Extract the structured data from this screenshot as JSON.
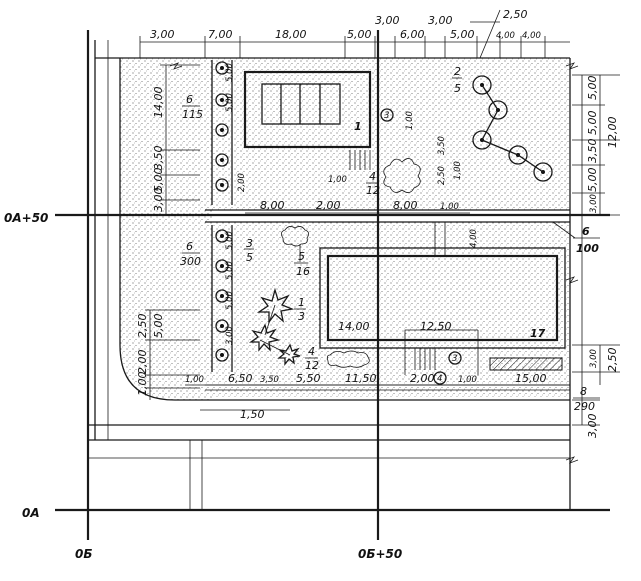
{
  "drawing": {
    "axes": {
      "row_0a50": "0А+50",
      "row_0a": "0А",
      "col_0b": "0Б",
      "col_0b50": "0Б+50"
    },
    "top_dims": [
      "3,00",
      "7,00",
      "18,00",
      "5,00",
      "3,00",
      "6,00",
      "3,00",
      "5,00",
      "2,50",
      "4,00",
      "4,00"
    ],
    "top_small": {
      "d1": "3,00",
      "d2": "2,00"
    },
    "right_dims": [
      "5,00",
      "5,00",
      "12,00",
      "3,50",
      "5,00",
      "3,00",
      "3,00",
      "2,50",
      "3,00"
    ],
    "left_dims": [
      "14,00",
      "3,50",
      "5,00",
      "3,00",
      "2,50",
      "5,00",
      "2,00",
      "1,00"
    ],
    "markers": {
      "m1": {
        "num": "6",
        "den": "115"
      },
      "m2": {
        "num": "6",
        "den": "300"
      },
      "m3": {
        "num": "3",
        "den": "5"
      },
      "m4": {
        "num": "5",
        "den": "16"
      },
      "m5": {
        "num": "1",
        "den": "3"
      },
      "m6": {
        "num": "4",
        "den": "12"
      },
      "m7": {
        "num": "4",
        "den": "12"
      },
      "m8": {
        "num": "2",
        "den": "5"
      },
      "m9": {
        "num": "6",
        "den": "100"
      },
      "m10": {
        "num": "8",
        "den": "290"
      }
    },
    "building_1": "1",
    "building_17": "17",
    "circle_3": "3",
    "circle_4": "4",
    "middle_dims": [
      "8,00",
      "2,00",
      "8,00",
      "1,00",
      "4,00"
    ],
    "inner_dims": {
      "left": "14,00",
      "right": "12,50"
    },
    "bottom_dims": [
      "6,50",
      "3,50",
      "1,00",
      "5,50",
      "11,50",
      "2,00",
      "1,00",
      "15,00"
    ],
    "bottom_small": "1,50",
    "vert_small": [
      "2,00",
      "1,00",
      "1,00",
      "3,50",
      "2,50",
      "1,00"
    ],
    "tree_dims": [
      "5,00",
      "5,00",
      "5,00",
      "5,00",
      "5,00",
      "3,00"
    ]
  }
}
